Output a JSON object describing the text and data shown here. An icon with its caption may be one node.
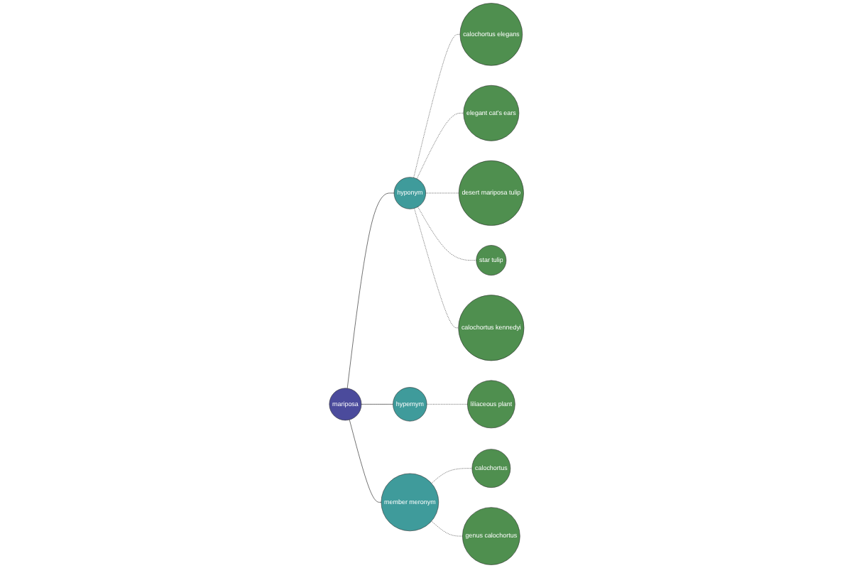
{
  "diagram": {
    "nodes": [
      {
        "text": [
          "calochortus elegans"
        ]
      },
      {
        "text": [
          "elegant cat's ears"
        ]
      },
      {
        "text": [
          "liliaceous plant"
        ]
      },
      {
        "text": [
          "desert mariposa tulip"
        ]
      },
      {
        "text": [
          "hypernym"
        ]
      },
      {
        "text": [
          "star tulip"
        ]
      },
      {
        "text": [
          "hyponym"
        ]
      },
      {
        "text": [
          "calochortus kennedyi"
        ]
      },
      {
        "text": [
          "mariposa"
        ]
      },
      {
        "text": [
          "member meronym"
        ]
      },
      {
        "text": [
          "calochortus"
        ]
      },
      {
        "text": [
          "genus calochortus"
        ]
      }
    ],
    "edges": [
      {
        "from": 8,
        "to": 6,
        "arrow": "none"
      },
      {
        "from": 8,
        "to": 4,
        "arrow": "none"
      },
      {
        "from": 8,
        "to": 9,
        "arrow": "none"
      },
      {
        "from": 6,
        "to": 0,
        "arrow": "none",
        "style": "dashed"
      },
      {
        "from": 6,
        "to": 1,
        "arrow": "none",
        "style": "dashed"
      },
      {
        "from": 6,
        "to": 3,
        "arrow": "none",
        "style": "dashed"
      },
      {
        "from": 6,
        "to": 5,
        "arrow": "none",
        "style": "dashed"
      },
      {
        "from": 6,
        "to": 7,
        "arrow": "none",
        "style": "dashed"
      },
      {
        "from": 4,
        "to": 2,
        "arrow": "none",
        "style": "dashed"
      },
      {
        "from": 9,
        "to": 10,
        "arrow": "none",
        "style": "dashed"
      },
      {
        "from": 9,
        "to": 11,
        "arrow": "none",
        "style": "dashed"
      }
    ]
  }
}
